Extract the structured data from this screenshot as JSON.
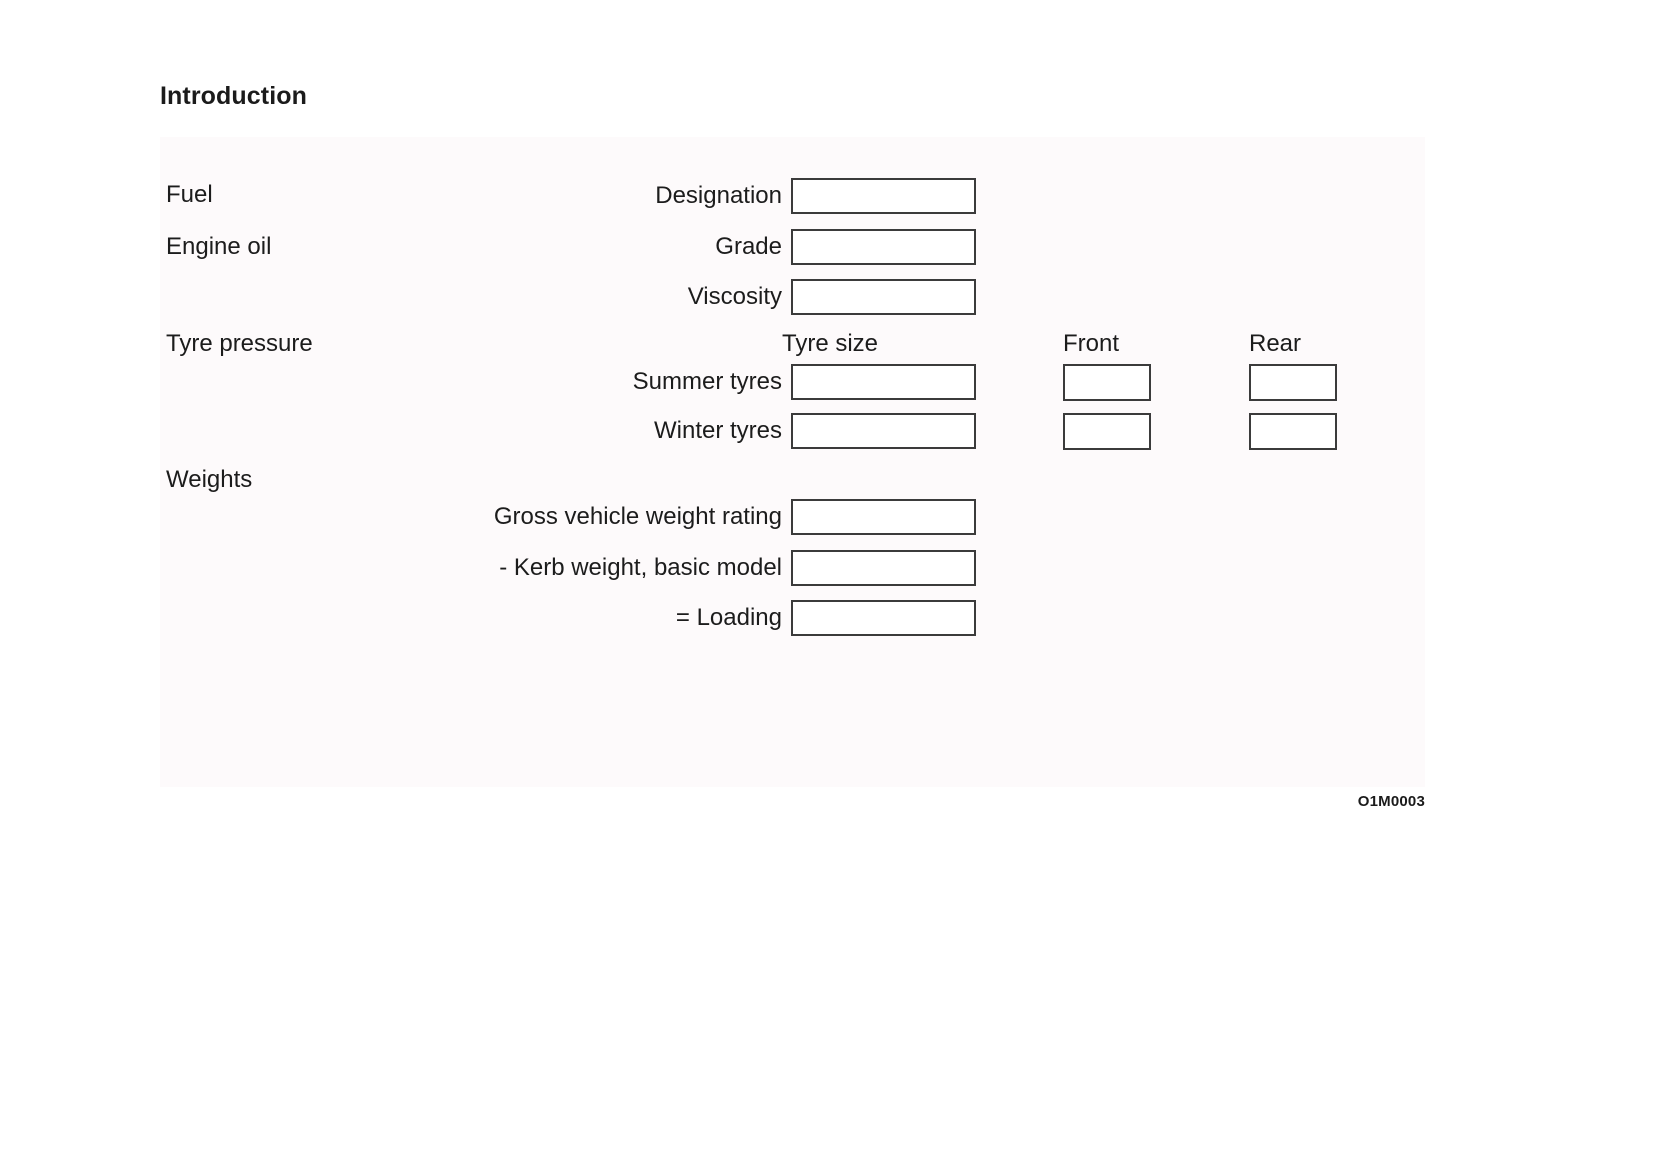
{
  "page": {
    "section_title": "Introduction",
    "figure_code": "O1M0003",
    "colors": {
      "panel_background": "#fdfafb",
      "page_background": "#ffffff",
      "text": "#1c1c1c",
      "box_border": "#3b3b3b",
      "box_fill": "#ffffff"
    }
  },
  "groups": {
    "fuel": {
      "label": "Fuel"
    },
    "engine_oil": {
      "label": "Engine oil"
    },
    "tyre_pressure": {
      "label": "Tyre pressure"
    },
    "weights": {
      "label": "Weights"
    }
  },
  "tyre_table": {
    "headers": {
      "tyre_size": "Tyre size",
      "front": "Front",
      "rear": "Rear"
    },
    "rows": [
      {
        "label": "Summer tyres",
        "tyre_size": "",
        "front": "",
        "rear": ""
      },
      {
        "label": "Winter tyres",
        "tyre_size": "",
        "front": "",
        "rear": ""
      }
    ]
  },
  "fields": {
    "designation": {
      "label": "Designation",
      "value": ""
    },
    "grade": {
      "label": "Grade",
      "value": ""
    },
    "viscosity": {
      "label": "Viscosity",
      "value": ""
    },
    "summer_tyres": {
      "label": "Summer tyres",
      "value": ""
    },
    "winter_tyres": {
      "label": "Winter tyres",
      "value": ""
    },
    "gross_vehicle_weight_rating": {
      "label": "Gross vehicle weight rating",
      "value": ""
    },
    "kerb_weight_basic_model": {
      "label": "- Kerb weight, basic model",
      "value": ""
    },
    "loading": {
      "label": "= Loading",
      "value": ""
    }
  }
}
